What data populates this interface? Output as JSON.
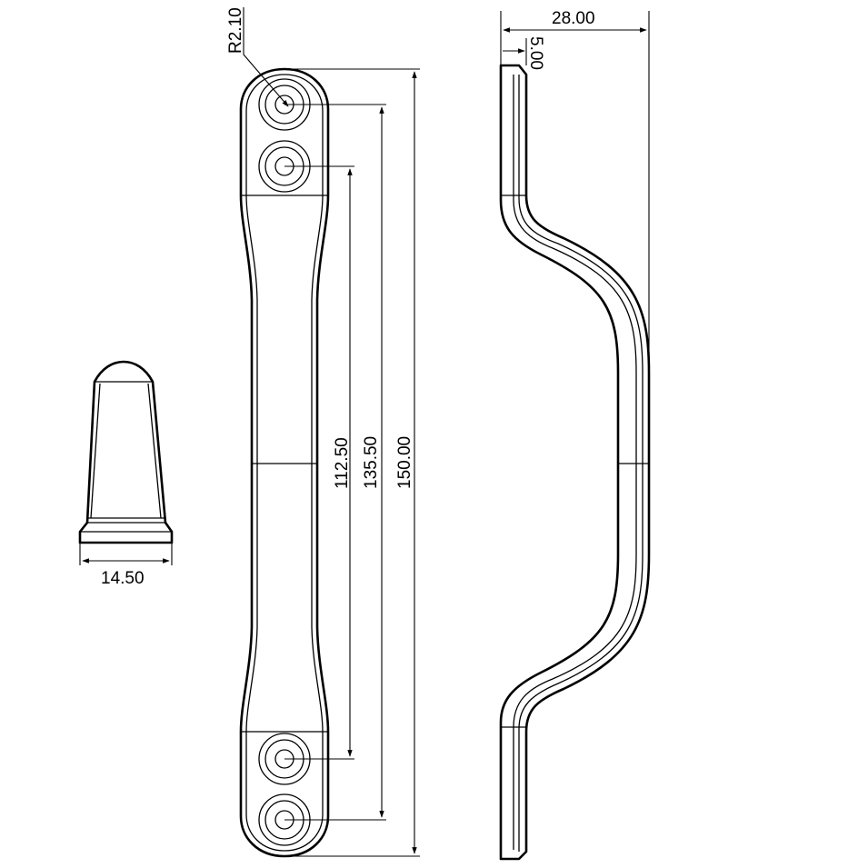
{
  "drawing": {
    "dimensions": {
      "radius_label": "R2.10",
      "inner_hole_spacing": "112.50",
      "outer_hole_spacing": "135.50",
      "overall_length": "150.00",
      "depth": "28.00",
      "flange_thickness": "5.00",
      "cap_width": "14.50"
    }
  }
}
